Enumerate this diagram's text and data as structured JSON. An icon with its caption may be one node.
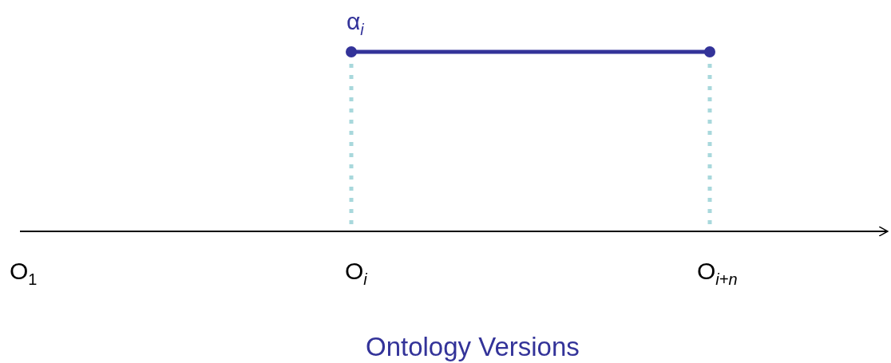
{
  "diagram": {
    "labels": [
      "α$_{i}$",
      "O$_{1}$",
      "O$_{i}$",
      "O$_{i+n}$",
      "Ontology Versions"
    ]
  }
}
